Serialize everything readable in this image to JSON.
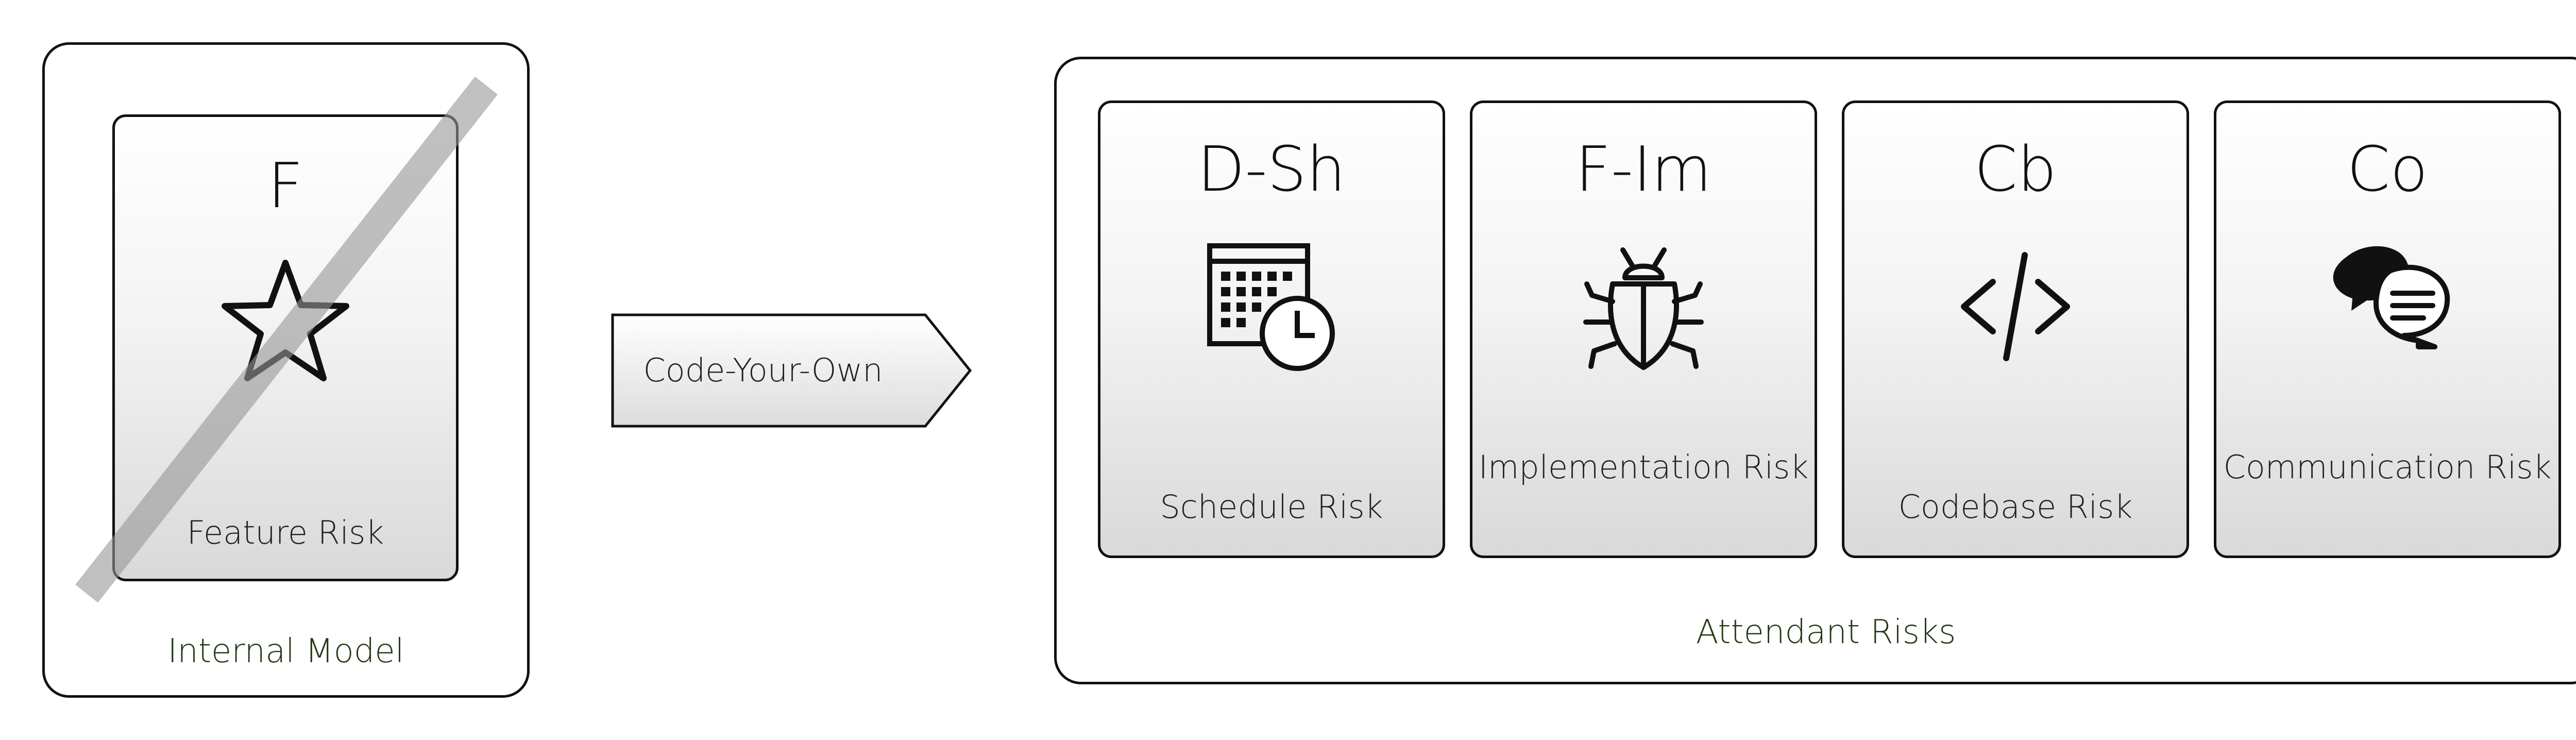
{
  "internal_model": {
    "label": "Internal Model",
    "card": {
      "code": "F",
      "label": "Feature Risk",
      "icon": "star-icon",
      "struck_out": true
    }
  },
  "transition": {
    "label": "Code-Your-Own"
  },
  "attendant_risks": {
    "label": "Attendant Risks",
    "cards": [
      {
        "code": "D-Sh",
        "label": "Schedule Risk",
        "icon": "calendar-clock-icon"
      },
      {
        "code": "F-Im",
        "label": "Implementation Risk",
        "icon": "bug-icon"
      },
      {
        "code": "Cb",
        "label": "Codebase Risk",
        "icon": "code-brackets-icon"
      },
      {
        "code": "Co",
        "label": "Communication Risk",
        "icon": "speech-bubbles-icon"
      }
    ]
  },
  "colors": {
    "group_label": "#243a16",
    "stroke": "#111111",
    "card_gradient_top": "#ffffff",
    "card_gradient_bottom": "#d9d9d9",
    "strike": "#969696"
  }
}
